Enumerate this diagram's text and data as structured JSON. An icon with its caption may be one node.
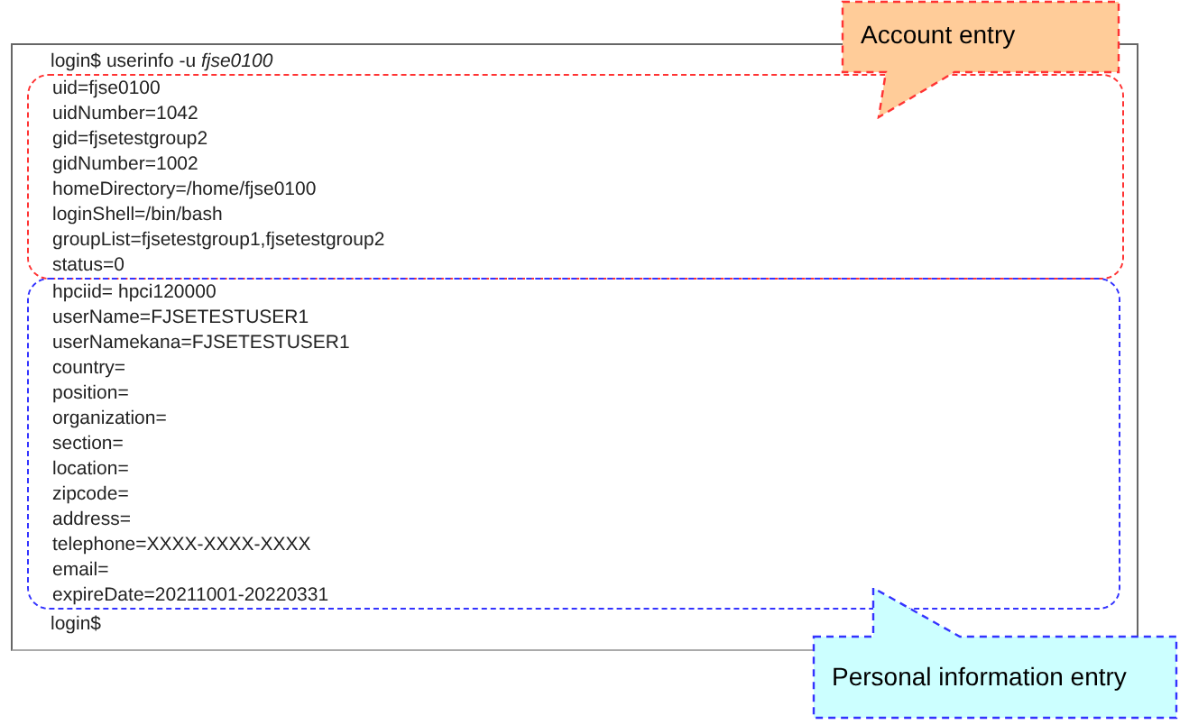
{
  "diagram": {
    "nodes": [
      {
        "text": [
          "login$ userinfo -u *fjse0100*",
          "login$"
        ]
      },
      {
        "text": [
          "uid=fjse0100",
          "uidNumber=1042",
          "gid=fjsetestgroup2",
          "gidNumber=1002",
          "homeDirectory=/home/fjse0100",
          "loginShell=/bin/bash",
          "groupList=fjsetestgroup1,fjsetestgroup2",
          "status=0"
        ],
        "in": 0
      },
      {
        "text": [
          "hpciid= hpci120000",
          "userName=FJSETESTUSER1",
          "userNamekana=FJSETESTUSER1",
          "country=",
          "position=",
          "organization=",
          "section=",
          "location=",
          "zipcode=",
          "address=",
          "telephone=XXXX-XXXX-XXXX",
          "email=",
          "expireDate=20211001-20220331"
        ],
        "in": 0
      },
      {
        "text": [
          "Account entry"
        ]
      },
      {
        "text": [
          "Personal information entry"
        ]
      }
    ]
  }
}
